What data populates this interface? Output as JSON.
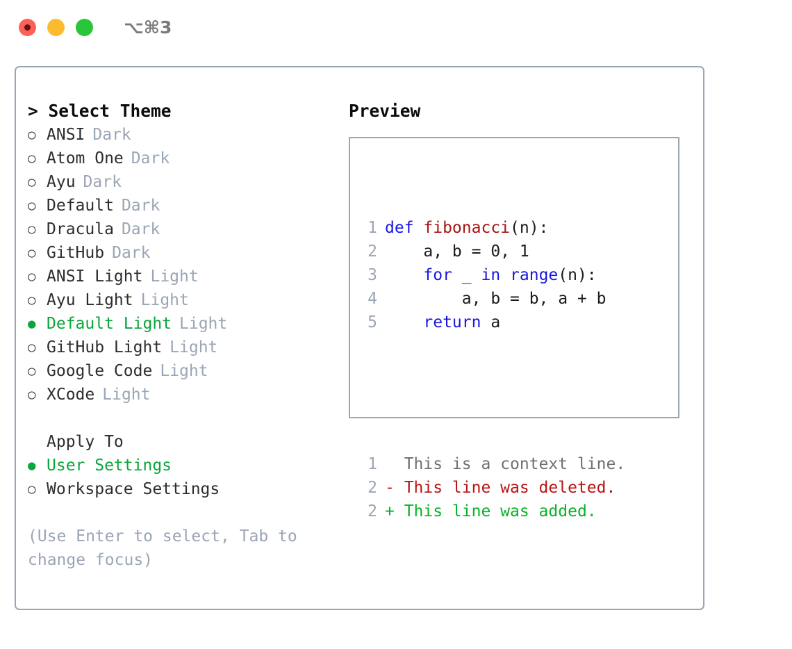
{
  "window": {
    "title": "⌥⌘3",
    "traffic_lights": [
      {
        "name": "close",
        "color": "#fc6058"
      },
      {
        "name": "minimize",
        "color": "#fdbc2f"
      },
      {
        "name": "maximize",
        "color": "#2ac63a"
      }
    ]
  },
  "theme_menu": {
    "header": "> Select Theme",
    "selected_marker": "●",
    "unselected_marker": "○",
    "items": [
      {
        "label": "ANSI",
        "tag": "Dark",
        "selected": false
      },
      {
        "label": "Atom One",
        "tag": "Dark",
        "selected": false
      },
      {
        "label": "Ayu",
        "tag": "Dark",
        "selected": false
      },
      {
        "label": "Default",
        "tag": "Dark",
        "selected": false
      },
      {
        "label": "Dracula",
        "tag": "Dark",
        "selected": false
      },
      {
        "label": "GitHub",
        "tag": "Dark",
        "selected": false
      },
      {
        "label": "ANSI Light",
        "tag": "Light",
        "selected": false
      },
      {
        "label": "Ayu Light",
        "tag": "Light",
        "selected": false
      },
      {
        "label": "Default Light",
        "tag": "Light",
        "selected": true
      },
      {
        "label": "GitHub Light",
        "tag": "Light",
        "selected": false
      },
      {
        "label": "Google Code",
        "tag": "Light",
        "selected": false
      },
      {
        "label": "XCode",
        "tag": "Light",
        "selected": false
      }
    ]
  },
  "apply_to": {
    "header": "Apply To",
    "options": [
      {
        "label": "User Settings",
        "selected": true
      },
      {
        "label": "Workspace Settings",
        "selected": false
      }
    ]
  },
  "hint": "(Use Enter to select, Tab to change focus)",
  "preview": {
    "title": "Preview",
    "code_lines": [
      {
        "no": "1",
        "tokens": [
          {
            "t": "def ",
            "k": "kw"
          },
          {
            "t": "fibonacci",
            "k": "fn"
          },
          {
            "t": "(n):",
            "k": "plain"
          }
        ]
      },
      {
        "no": "2",
        "tokens": [
          {
            "t": "    a, b = 0, 1",
            "k": "plain"
          }
        ]
      },
      {
        "no": "3",
        "tokens": [
          {
            "t": "    ",
            "k": "plain"
          },
          {
            "t": "for",
            "k": "kw"
          },
          {
            "t": " _ ",
            "k": "plain"
          },
          {
            "t": "in range",
            "k": "kw"
          },
          {
            "t": "(n):",
            "k": "plain"
          }
        ]
      },
      {
        "no": "4",
        "tokens": [
          {
            "t": "        a, b = b, a + b",
            "k": "plain"
          }
        ]
      },
      {
        "no": "5",
        "tokens": [
          {
            "t": "    ",
            "k": "plain"
          },
          {
            "t": "return",
            "k": "kw"
          },
          {
            "t": " a",
            "k": "plain"
          }
        ]
      }
    ],
    "diff_lines": [
      {
        "no": "1",
        "sign": " ",
        "text": " This is a context line.",
        "kind": "diff-ctx"
      },
      {
        "no": "2",
        "sign": "-",
        "text": " This line was deleted.",
        "kind": "diff-del"
      },
      {
        "no": "2",
        "sign": "+",
        "text": " This line was added.",
        "kind": "diff-add"
      }
    ]
  },
  "colors": {
    "accent_green": "#0aa63c",
    "border": "#9aa5b5",
    "tag_grey": "#9aa5b5",
    "keyword_blue": "#1a16e0",
    "function_red": "#a81616",
    "diff_delete": "#b81414",
    "diff_add": "#05b325"
  }
}
